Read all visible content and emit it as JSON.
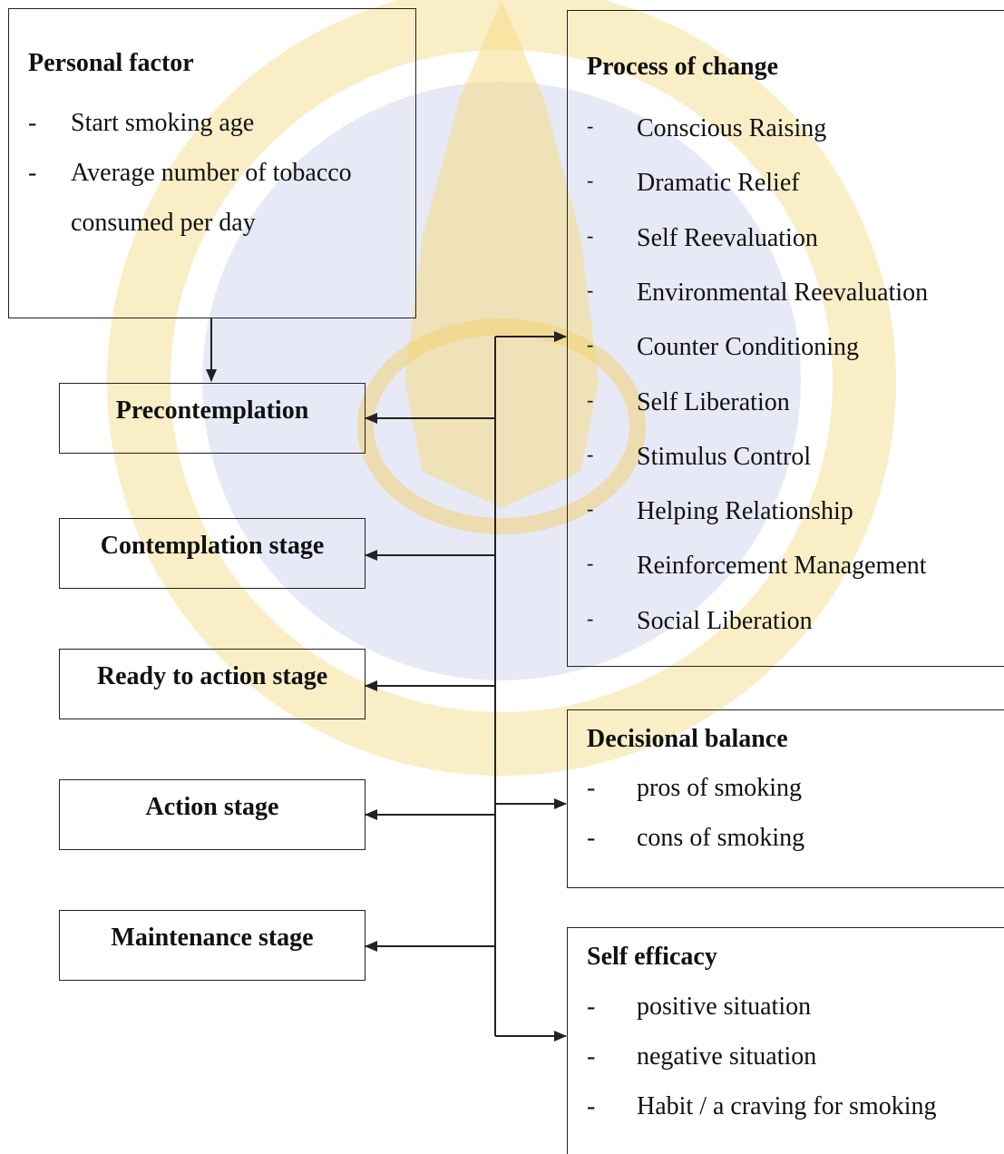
{
  "personal_factor": {
    "title": "Personal factor",
    "items": [
      "Start smoking age",
      "Average number of tobacco",
      "consumed  per day"
    ]
  },
  "stages": [
    "Precontemplation",
    "Contemplation stage",
    "Ready to action stage",
    "Action stage",
    "Maintenance stage"
  ],
  "process_of_change": {
    "title": "Process of change",
    "items": [
      "Conscious Raising",
      "Dramatic Relief",
      "Self Reevaluation",
      "Environmental Reevaluation",
      "Counter Conditioning",
      "Self Liberation",
      "Stimulus Control",
      "Helping Relationship",
      "Reinforcement Management",
      "Social Liberation"
    ]
  },
  "decisional_balance": {
    "title": "Decisional balance",
    "items": [
      "pros of smoking",
      "cons of smoking"
    ]
  },
  "self_efficacy": {
    "title": "Self efficacy",
    "items": [
      "positive situation",
      "negative situation",
      "Habit / a craving for smoking"
    ]
  },
  "bullet": "-",
  "colors": {
    "watermark_blue": "#c7cbe6",
    "watermark_gold": "#f4d36b",
    "line": "#222222"
  }
}
